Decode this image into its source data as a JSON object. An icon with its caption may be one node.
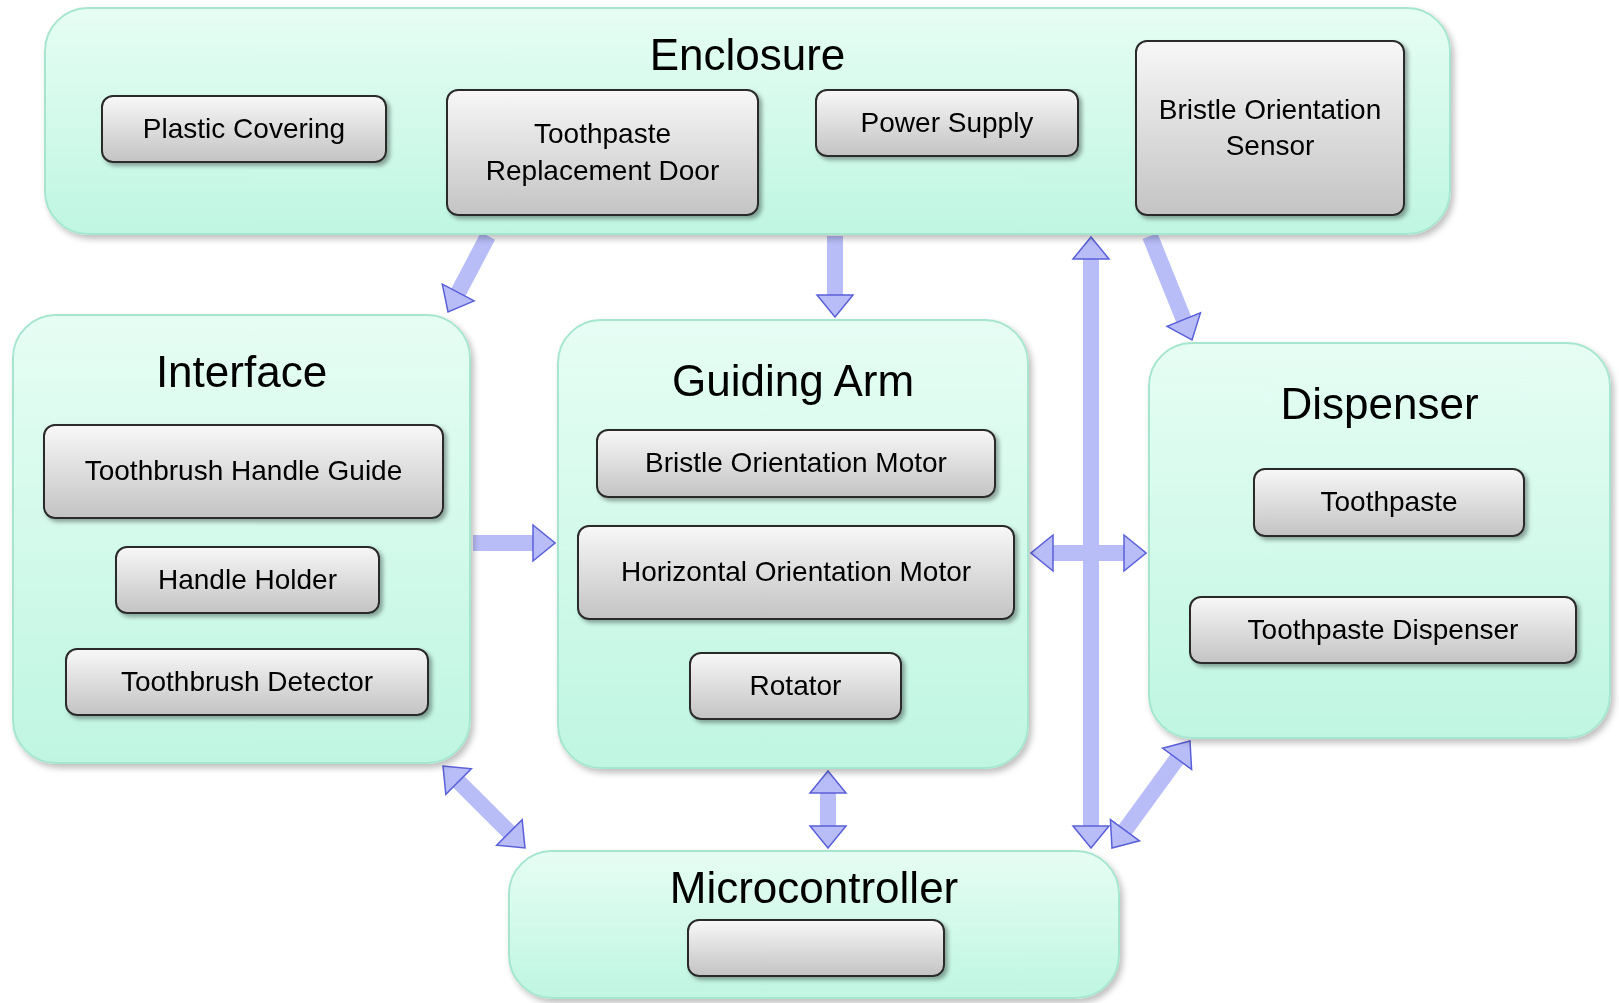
{
  "diagram": {
    "nodes": [
      {
        "text": [
          "Enclosure"
        ]
      },
      {
        "text": [
          "Plastic Covering"
        ],
        "in": 0
      },
      {
        "text": [
          "Toothpaste Replacement Door"
        ],
        "in": 0
      },
      {
        "text": [
          "Power Supply"
        ],
        "in": 0
      },
      {
        "text": [
          "Bristle Orientation Sensor"
        ],
        "in": 0
      },
      {
        "text": [
          "Interface"
        ]
      },
      {
        "text": [
          "Toothbrush Handle Guide"
        ],
        "in": 5
      },
      {
        "text": [
          "Handle Holder"
        ],
        "in": 5
      },
      {
        "text": [
          "Toothbrush Detector"
        ],
        "in": 5
      },
      {
        "text": [
          "Guiding Arm"
        ]
      },
      {
        "text": [
          "Bristle Orientation Motor"
        ],
        "in": 9
      },
      {
        "text": [
          "Horizontal Orientation Motor"
        ],
        "in": 9
      },
      {
        "text": [
          "Rotator"
        ],
        "in": 9
      },
      {
        "text": [
          "Dispenser"
        ]
      },
      {
        "text": [
          "Toothpaste"
        ],
        "in": 13
      },
      {
        "text": [
          "Toothpaste Dispenser"
        ],
        "in": 13
      },
      {
        "text": [
          "Microcontroller"
        ]
      },
      {
        "text": [],
        "shape": "box",
        "in": 16
      }
    ],
    "edges": [
      {
        "from": 0,
        "to": 5,
        "arrow": "to"
      },
      {
        "from": 0,
        "to": 9,
        "arrow": "to"
      },
      {
        "from": 0,
        "to": 13,
        "arrow": "to"
      },
      {
        "from": 0,
        "to": 16,
        "arrow": "both"
      },
      {
        "from": 5,
        "to": 9,
        "arrow": "to"
      },
      {
        "from": 9,
        "to": 13,
        "arrow": "both"
      },
      {
        "from": 5,
        "to": 16,
        "arrow": "both"
      },
      {
        "from": 9,
        "to": 16,
        "arrow": "both"
      },
      {
        "from": 16,
        "to": 13,
        "arrow": "both"
      }
    ]
  }
}
